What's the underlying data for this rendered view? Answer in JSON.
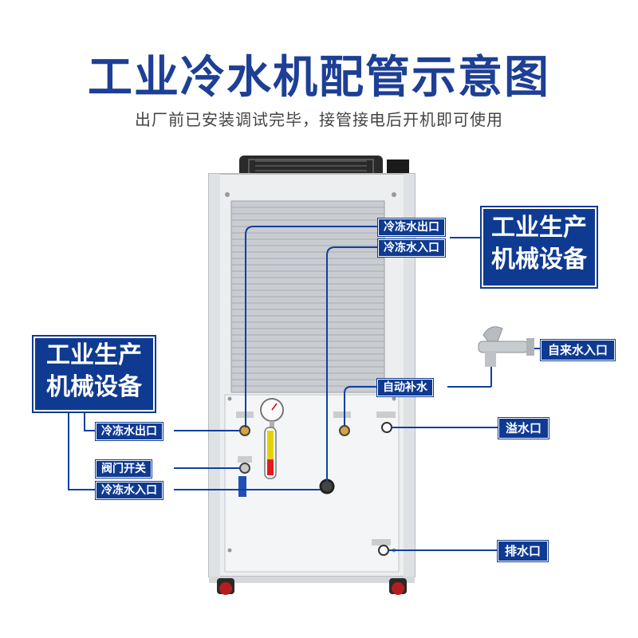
{
  "header": {
    "title": "工业冷水机配管示意图",
    "subtitle": "出厂前已安装调试完毕，接管接电后开机即可使用"
  },
  "boxes": {
    "right_line1": "工业生产",
    "right_line2": "机械设备",
    "left_line1": "工业生产",
    "left_line2": "机械设备"
  },
  "labels": {
    "chilled_out_top": "冷冻水出口",
    "chilled_in_top": "冷冻水入口",
    "auto_makeup": "自动补水",
    "tap_inlet": "自来水入口",
    "overflow": "溢水口",
    "chilled_out_left": "冷冻水出口",
    "valve": "阀门开关",
    "chilled_in_left": "冷冻水入口",
    "drain": "排水口"
  },
  "colors": {
    "brand_blue": "#0f3a92",
    "title_blue": "#1d3f95"
  }
}
